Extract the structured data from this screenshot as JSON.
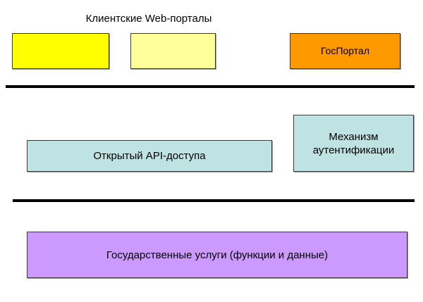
{
  "title": "Клиентские Web-порталы",
  "portals": [
    {
      "color": "#FFFF00"
    },
    {
      "color": "#FFFF99"
    },
    {
      "label": "ГосПортал",
      "color": "#FF9900"
    }
  ],
  "middle": {
    "api_label": "Открытый API-доступа",
    "auth_lines": [
      "Механизм",
      "аутентификации"
    ],
    "color": "#BFE3E3"
  },
  "bottom": {
    "services_label": "Государственные услуги (функции и данные)",
    "color": "#CC99FF"
  },
  "divider_color": "#000000"
}
